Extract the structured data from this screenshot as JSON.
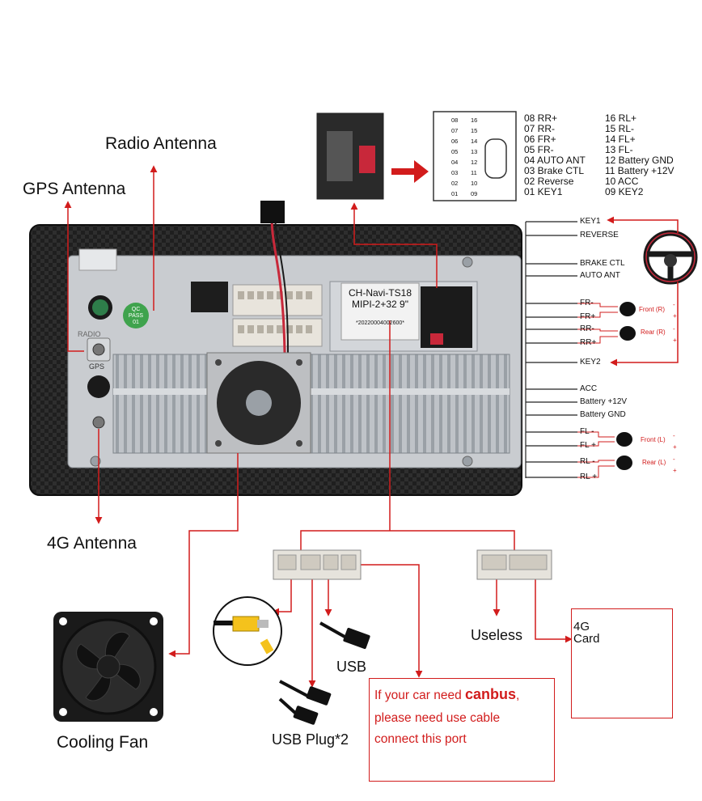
{
  "labels": {
    "radio_antenna": "Radio Antenna",
    "gps_antenna": "GPS Antenna",
    "fourg_antenna": "4G Antenna",
    "cooling_fan": "Cooling Fan",
    "usb": "USB",
    "usb_plug": "USB Plug*2",
    "useless": "Useless",
    "fourg_card": "4G\nCard"
  },
  "unit": {
    "model": "CH-Navi-TS18",
    "spec": "MIPI-2+32 9\"",
    "serial": "*20220004002600*",
    "radio_mark": "RADIO",
    "gps_mark": "GPS",
    "qc": [
      "QC",
      "PASS",
      "01"
    ]
  },
  "pin_connector": {
    "left_pins": [
      "08",
      "07",
      "06",
      "05",
      "04",
      "03",
      "02",
      "01"
    ],
    "right_pins": [
      "16",
      "15",
      "14",
      "13",
      "12",
      "11",
      "10",
      "09"
    ]
  },
  "pinout": {
    "left": [
      "08 RR+",
      "07 RR-",
      "06 FR+",
      "05 FR-",
      "04 AUTO ANT",
      "03 Brake CTL",
      "02 Reverse",
      "01 KEY1"
    ],
    "right": [
      "16 RL+",
      "15 RL-",
      "14 FL+",
      "13 FL-",
      "12 Battery GND",
      "11 Battery +12V",
      "10 ACC",
      "09 KEY2"
    ]
  },
  "wires": [
    "KEY1",
    "REVERSE",
    "BRAKE CTL",
    "AUTO ANT",
    "FR-",
    "FR+",
    "RR-",
    "RR+",
    "KEY2",
    "ACC",
    "Battery +12V",
    "Battery GND",
    "FL -",
    "FL +",
    "RL -",
    "RL +"
  ],
  "speakers": {
    "front_r": "Front (R)",
    "rear_r": "Rear (R)",
    "front_l": "Front (L)",
    "rear_l": "Rear (L)",
    "minus": "-",
    "plus": "+"
  },
  "canbus_note": {
    "line1_prefix": "If your car need ",
    "line1_bold": "canbus",
    "line1_suffix": ",",
    "line2": "please need use cable",
    "line3": "connect this port"
  },
  "colors": {
    "accent_red": "#d21c1c",
    "chassis_dark": "#1c1c1c",
    "metal": "#c9ccd0",
    "connector": "#e8e4dc"
  }
}
